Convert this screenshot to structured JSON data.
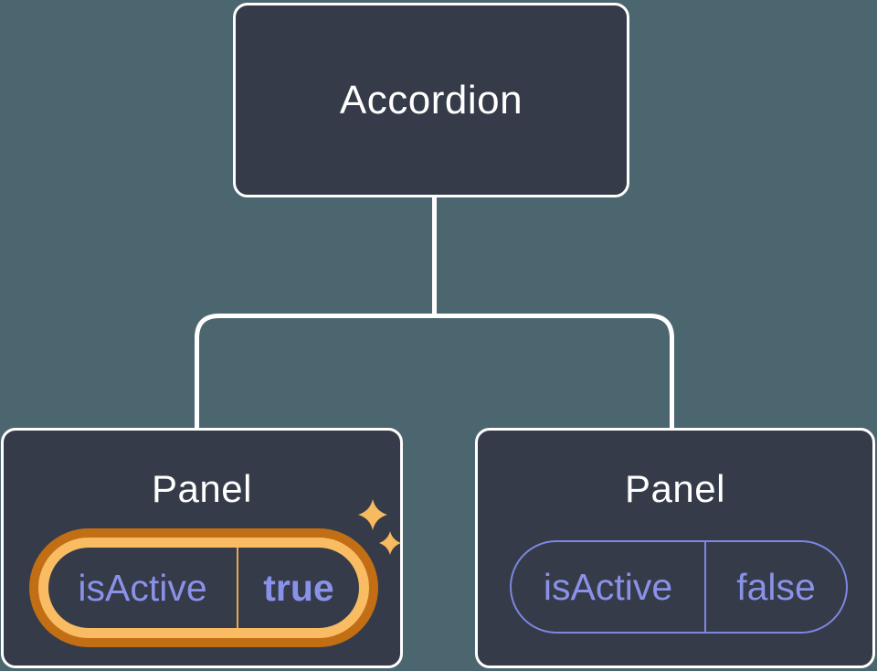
{
  "diagram": {
    "description": "React component tree showing Accordion parent with two Panel children holding isActive state",
    "colors": {
      "background": "#4C6670",
      "node_fill": "#353B48",
      "node_border": "#FFFFFF",
      "connector": "#FFFFFF",
      "state_text_purple": "#8A91E8",
      "pill_border_purple": "#7D87E0",
      "highlight_ring_dark_orange": "#C16E15",
      "highlight_ring_gold": "#FABC63",
      "highlight_divider_gold": "#E9A750",
      "sparkle_gold": "#F7BA5F"
    },
    "root": {
      "label": "Accordion"
    },
    "children": [
      {
        "label": "Panel",
        "highlighted": true,
        "state": {
          "key": "isActive",
          "value": "true"
        }
      },
      {
        "label": "Panel",
        "highlighted": false,
        "state": {
          "key": "isActive",
          "value": "false"
        }
      }
    ]
  }
}
